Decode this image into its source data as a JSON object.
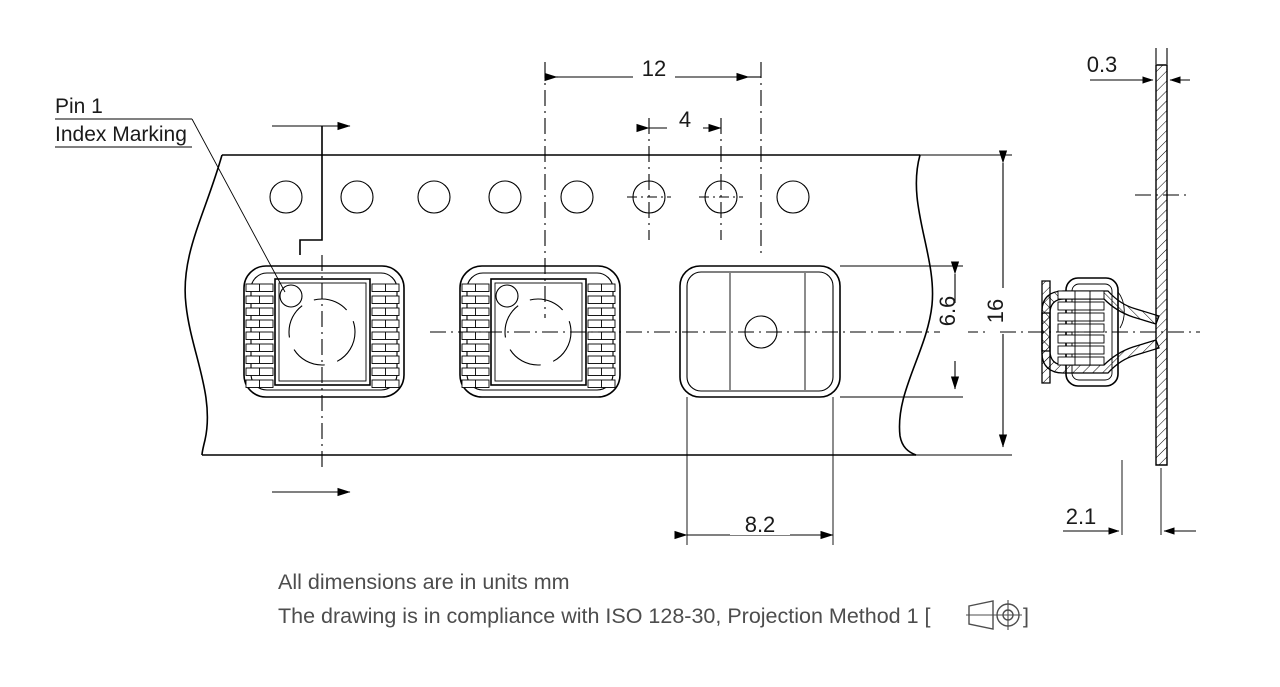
{
  "drawing": {
    "title_labels": {
      "pin1_line1": "Pin 1",
      "pin1_line2": "Index Marking"
    },
    "dimensions": {
      "pitch_12": "12",
      "sprocket_4": "4",
      "tape_width_16": "16",
      "pocket_height_6_6": "6.6",
      "pocket_width_8_2": "8.2",
      "tape_thickness_0_3": "0.3",
      "pocket_depth_2_1": "2.1"
    },
    "notes": {
      "line1": "All dimensions are in units mm",
      "line2_pre": "The drawing is in compliance with ISO 128-30, Projection Method 1 [",
      "line2_post": "]"
    },
    "geometry": {
      "sprocket_hole_count": 8,
      "leads_per_side": 9,
      "lead_cells": 2,
      "pocket_count": 3,
      "pockets_with_component": 2
    },
    "colors": {
      "line": "#000000",
      "note_text": "#4d4d4d",
      "dim_text": "#1a1a1a",
      "background": "#ffffff"
    }
  }
}
